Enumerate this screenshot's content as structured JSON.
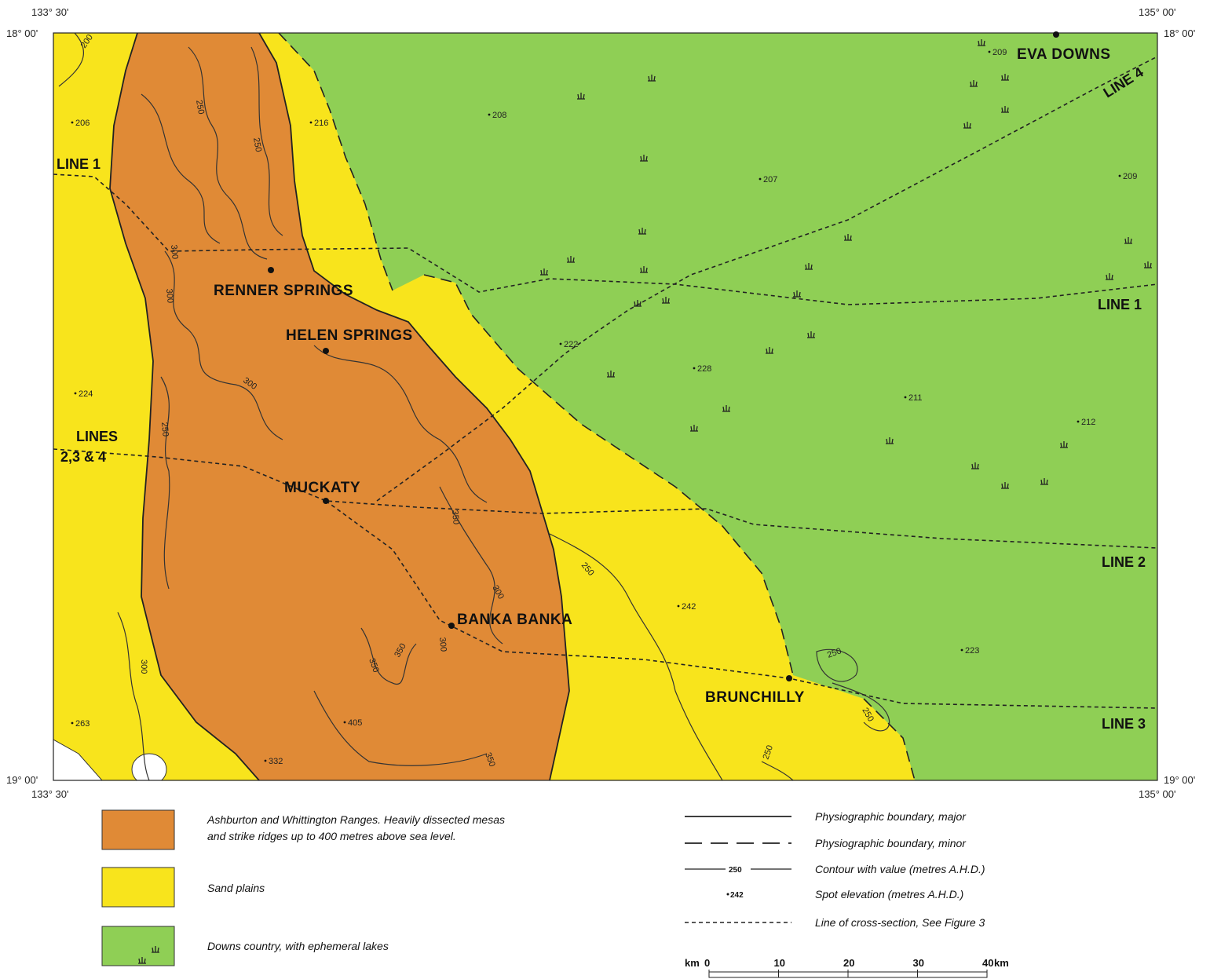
{
  "coordinates": {
    "top_left_lon": "133° 30'",
    "top_right_lon": "135° 00'",
    "bottom_left_lon": "133° 30'",
    "bottom_right_lon": "135° 00'",
    "top_left_lat": "18° 00'",
    "top_right_lat": "18° 00'",
    "bottom_left_lat": "19° 00'",
    "bottom_right_lat": "19° 00'"
  },
  "colors": {
    "ranges": "#e08a36",
    "sand": "#f8e41c",
    "downs": "#8fcf55",
    "lake": "#ffffff"
  },
  "places": {
    "eva_downs": "EVA DOWNS",
    "renner_springs": "RENNER SPRINGS",
    "helen_springs": "HELEN SPRINGS",
    "muckaty": "MUCKATY",
    "banka_banka": "BANKA BANKA",
    "brunchilly": "BRUNCHILLY"
  },
  "section_lines": {
    "line1_left": "LINE 1",
    "line1_right": "LINE 1",
    "line2": "LINE 2",
    "line3": "LINE 3",
    "line4": "LINE 4",
    "lines_234_a": "LINES",
    "lines_234_b": "2,3 & 4"
  },
  "spot_elevations": [
    "206",
    "216",
    "208",
    "207",
    "209",
    "209",
    "222",
    "228",
    "211",
    "212",
    "224",
    "242",
    "223",
    "263",
    "405",
    "332"
  ],
  "contour_values": [
    "200",
    "250",
    "250",
    "300",
    "300",
    "300",
    "250",
    "350",
    "300",
    "250",
    "300",
    "350",
    "350",
    "350",
    "300",
    "250",
    "250",
    "250"
  ],
  "legend": {
    "ranges_line1": "Ashburton and Whittington Ranges. Heavily dissected mesas",
    "ranges_line2": "and strike ridges up to 400 metres above sea level.",
    "sand": "Sand plains",
    "downs": "Downs country, with ephemeral lakes",
    "boundary_major": "Physiographic boundary, major",
    "boundary_minor": "Physiographic boundary, minor",
    "contour": "Contour with value (metres A.H.D.)",
    "contour_sample": "250",
    "spot": "Spot elevation (metres A.H.D.)",
    "spot_sample": "242",
    "cross_section": "Line of cross-section, See Figure 3"
  },
  "scale": {
    "unit_left": "km",
    "unit_right": "km",
    "ticks": [
      "0",
      "10",
      "20",
      "30",
      "40"
    ]
  }
}
